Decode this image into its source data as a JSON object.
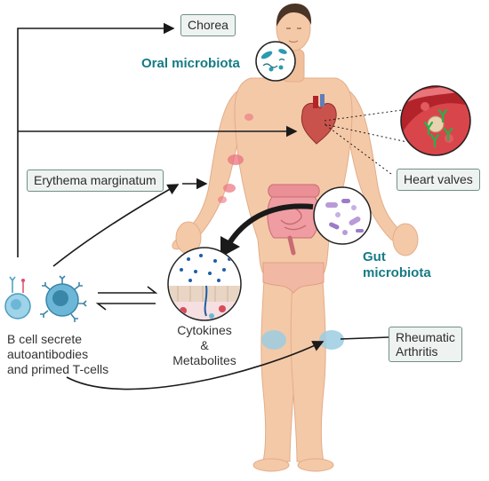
{
  "labels": {
    "chorea": "Chorea",
    "oral_microbiota": "Oral microbiota",
    "heart_valves": "Heart valves",
    "erythema_marginatum": "Erythema marginatum",
    "gut_microbiota_line1": "Gut",
    "gut_microbiota_line2": "microbiota",
    "cytokines_line1": "Cytokines &",
    "cytokines_line2": "Metabolites",
    "rheumatic_line1": "Rheumatic",
    "rheumatic_line2": "Arthritis",
    "bcell_line1": "B cell secrete",
    "bcell_line2": "autoantibodies",
    "bcell_line3": "and primed T-cells"
  },
  "colors": {
    "skin": "#f4c9a8",
    "skin_shade": "#e8b48f",
    "teal_text": "#167b85",
    "box_fill": "#eef3f1",
    "box_border": "#6f8f86",
    "rash": "#e9737f",
    "intestine": "#e98f95",
    "heart": "#c9534c",
    "blood": "#b3232a",
    "antibody": "#26b14a",
    "cell_blue": "#6cb7d8"
  }
}
